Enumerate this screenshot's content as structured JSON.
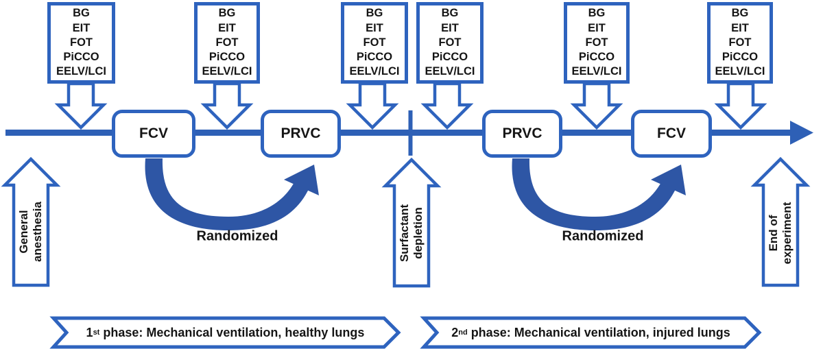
{
  "colors": {
    "accent": "#2E63BE",
    "solid": "#2E60B6",
    "swoosh": "#2E56A5",
    "text": "#151515"
  },
  "measurement_panels": [
    {
      "items": [
        "BG",
        "EIT",
        "FOT",
        "PiCCO",
        "EELV/LCI"
      ]
    },
    {
      "items": [
        "BG",
        "EIT",
        "FOT",
        "PiCCO",
        "EELV/LCI"
      ]
    },
    {
      "items": [
        "BG",
        "EIT",
        "FOT",
        "PiCCO",
        "EELV/LCI"
      ]
    },
    {
      "items": [
        "BG",
        "EIT",
        "FOT",
        "PiCCO",
        "EELV/LCI"
      ]
    },
    {
      "items": [
        "BG",
        "EIT",
        "FOT",
        "PiCCO",
        "EELV/LCI"
      ]
    },
    {
      "items": [
        "BG",
        "EIT",
        "FOT",
        "PiCCO",
        "EELV/LCI"
      ]
    }
  ],
  "timeline": {
    "modes": [
      {
        "label": "FCV"
      },
      {
        "label": "PRVC"
      },
      {
        "label": "PRVC"
      },
      {
        "label": "FCV"
      }
    ]
  },
  "milestones": [
    {
      "line1": "General",
      "line2": "anesthesia"
    },
    {
      "line1": "Surfactant",
      "line2": "depletion"
    },
    {
      "line1": "End of",
      "line2": "experiment"
    }
  ],
  "randomized_labels": [
    {
      "label": "Randomized"
    },
    {
      "label": "Randomized"
    }
  ],
  "phase_banners": [
    {
      "number": "1",
      "ordinal": "st",
      "text": " phase: Mechanical ventilation, healthy lungs"
    },
    {
      "number": "2",
      "ordinal": "nd",
      "text": " phase: Mechanical ventilation, injured lungs"
    }
  ]
}
